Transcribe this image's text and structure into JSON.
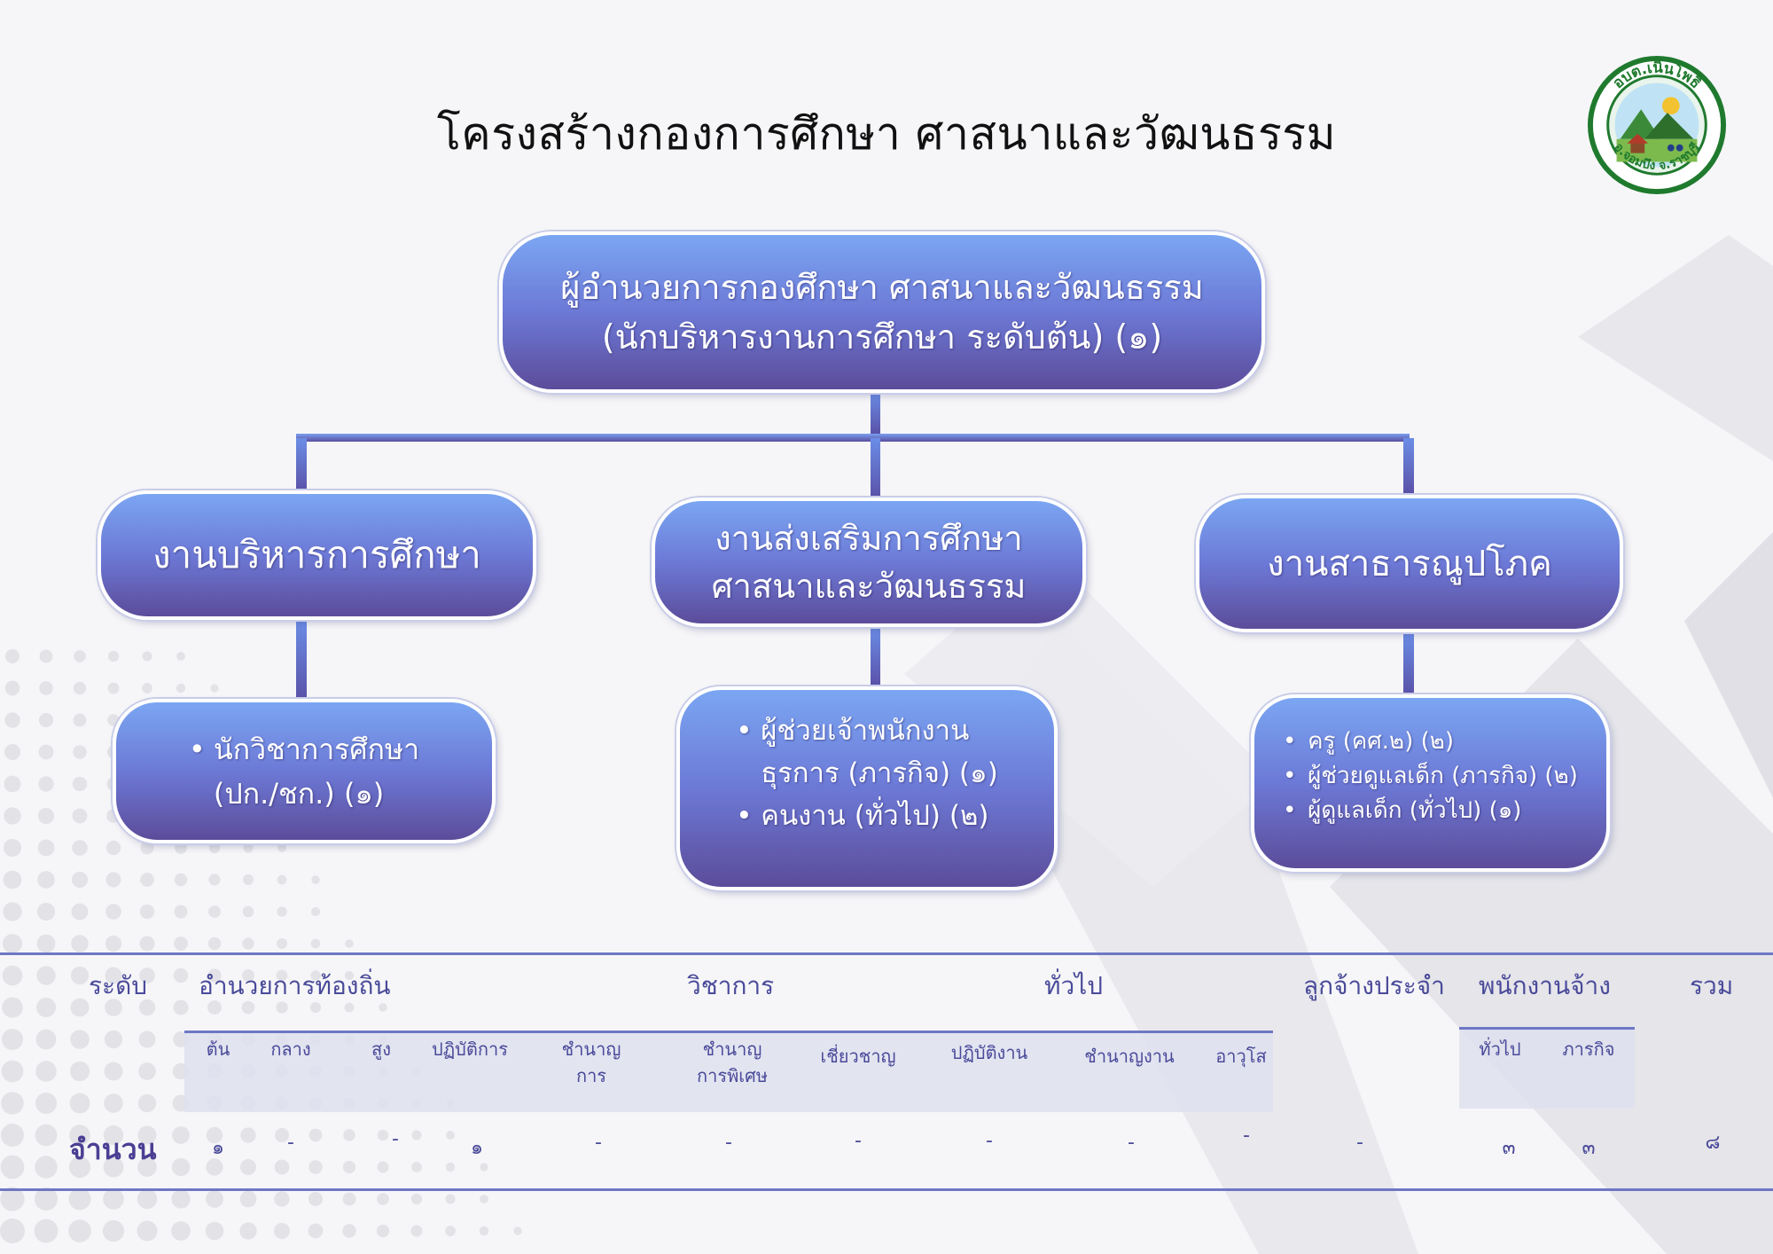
{
  "title": "โครงสร้างกองการศึกษา ศาสนาและวัฒนธรรม",
  "logo": {
    "top_text": "อบต.เนินโพธิ์",
    "bottom_text": "อ.จอมบึง จ.ราชบุรี",
    "ring_color": "#1f7a2e"
  },
  "colors": {
    "box_top": "#7ba6f2",
    "box_bottom": "#5c4c9a",
    "table_text": "#4a4a9a"
  },
  "director": {
    "line1": "ผู้อำนวยการกองศึกษา ศาสนาและวัฒนธรรม",
    "line2": "(นักบริหารงานการศึกษา ระดับต้น) (๑)"
  },
  "units": [
    {
      "line1": "งานบริหารการศึกษา",
      "line2": ""
    },
    {
      "line1": "งานส่งเสริมการศึกษา",
      "line2": "ศาสนาและวัฒนธรรม"
    },
    {
      "line1": "งานสาธารณูปโภค",
      "line2": ""
    }
  ],
  "staff": {
    "left": {
      "line1": "นักวิชาการศึกษา",
      "line2": "(ปก./ชก.) (๑)"
    },
    "middle": [
      "ผู้ช่วยเจ้าพนักงาน",
      "ธุรการ (ภารกิจ) (๑)",
      "คนงาน (ทั่วไป) (๒)"
    ],
    "right": [
      "ครู (คศ.๒) (๒)",
      "ผู้ช่วยดูแลเด็ก (ภารกิจ) (๒)",
      "ผู้ดูแลเด็ก (ทั่วไป) (๑)"
    ]
  },
  "table": {
    "headers": {
      "level": "ระดับ",
      "local_director": "อำนวยการท้องถิ่น",
      "academic": "วิชาการ",
      "general": "ทั่วไป",
      "permanent": "ลูกจ้างประจำ",
      "contract": "พนักงานจ้าง",
      "total": "รวม"
    },
    "sub": {
      "entry": "ต้น",
      "middle": "กลาง",
      "high": "สูง",
      "practitioner": "ปฏิบัติการ",
      "professional_1": "ชำนาญ",
      "professional_2": "การ",
      "senior_1": "ชำนาญ",
      "senior_2": "การพิเศษ",
      "expert": "เชี่ยวชาญ",
      "operational": "ปฏิบัติงาน",
      "skilled": "ชำนาญงาน",
      "senior_staff": "อาวุโส",
      "general_contract": "ทั่วไป",
      "mission_contract": "ภารกิจ"
    },
    "row_label": "จำนวน",
    "values": {
      "entry": "๑",
      "middle": "-",
      "high": "-",
      "practitioner": "๑",
      "professional": "-",
      "senior": "-",
      "expert": "-",
      "operational": "-",
      "skilled": "-",
      "senior_staff": "-",
      "permanent": "-",
      "general_contract": "๓",
      "mission_contract": "๓",
      "total": "๘"
    }
  }
}
